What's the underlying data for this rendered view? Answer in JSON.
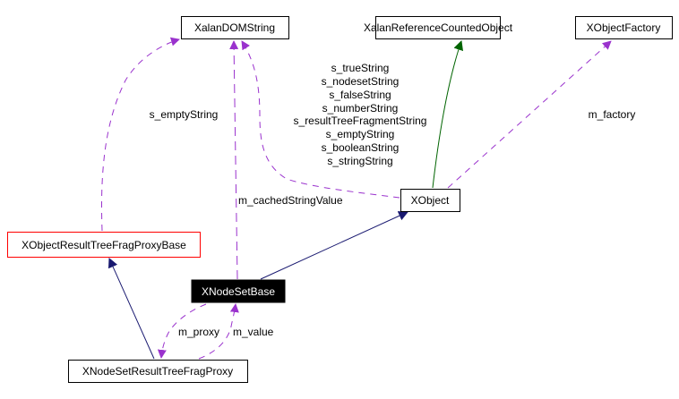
{
  "diagram": {
    "type": "collaboration-graph",
    "nodes": [
      {
        "id": "XalanDOMString",
        "label": "XalanDOMString",
        "style": "normal"
      },
      {
        "id": "XalanReferenceCountedObject",
        "label": "XalanReferenceCountedObject",
        "style": "normal"
      },
      {
        "id": "XObjectFactory",
        "label": "XObjectFactory",
        "style": "normal"
      },
      {
        "id": "XObject",
        "label": "XObject",
        "style": "normal"
      },
      {
        "id": "XObjectResultTreeFragProxyBase",
        "label": "XObjectResultTreeFragProxyBase",
        "style": "red-border"
      },
      {
        "id": "XNodeSetBase",
        "label": "XNodeSetBase",
        "style": "highlighted"
      },
      {
        "id": "XNodeSetResultTreeFragProxy",
        "label": "XNodeSetResultTreeFragProxy",
        "style": "normal"
      }
    ],
    "edges": [
      {
        "from": "XObjectResultTreeFragProxyBase",
        "to": "XalanDOMString",
        "kind": "usage",
        "labels": [
          "s_emptyString"
        ]
      },
      {
        "from": "XNodeSetBase",
        "to": "XalanDOMString",
        "kind": "usage",
        "labels": [
          "m_cachedStringValue"
        ]
      },
      {
        "from": "XObject",
        "to": "XalanDOMString",
        "kind": "usage",
        "labels": [
          "s_trueString",
          "s_nodesetString",
          "s_falseString",
          "s_numberString",
          "s_resultTreeFragmentString",
          "s_emptyString",
          "s_booleanString",
          "s_stringString"
        ]
      },
      {
        "from": "XObject",
        "to": "XalanReferenceCountedObject",
        "kind": "inheritance-protected",
        "labels": []
      },
      {
        "from": "XObject",
        "to": "XObjectFactory",
        "kind": "usage",
        "labels": [
          "m_factory"
        ]
      },
      {
        "from": "XNodeSetBase",
        "to": "XObject",
        "kind": "inheritance",
        "labels": []
      },
      {
        "from": "XNodeSetResultTreeFragProxy",
        "to": "XObjectResultTreeFragProxyBase",
        "kind": "inheritance",
        "labels": []
      },
      {
        "from": "XNodeSetBase",
        "to": "XNodeSetResultTreeFragProxy",
        "kind": "usage",
        "labels": [
          "m_proxy"
        ]
      },
      {
        "from": "XNodeSetResultTreeFragProxy",
        "to": "XNodeSetBase",
        "kind": "usage",
        "labels": [
          "m_value"
        ]
      }
    ]
  },
  "colors": {
    "inheritance": "#191970",
    "protected_inheritance": "#006400",
    "usage": "#9a32cd",
    "highlight_fill": "#000000",
    "highlight_text": "#ffffff",
    "red_border": "#ff0000",
    "node_border": "#000000"
  }
}
